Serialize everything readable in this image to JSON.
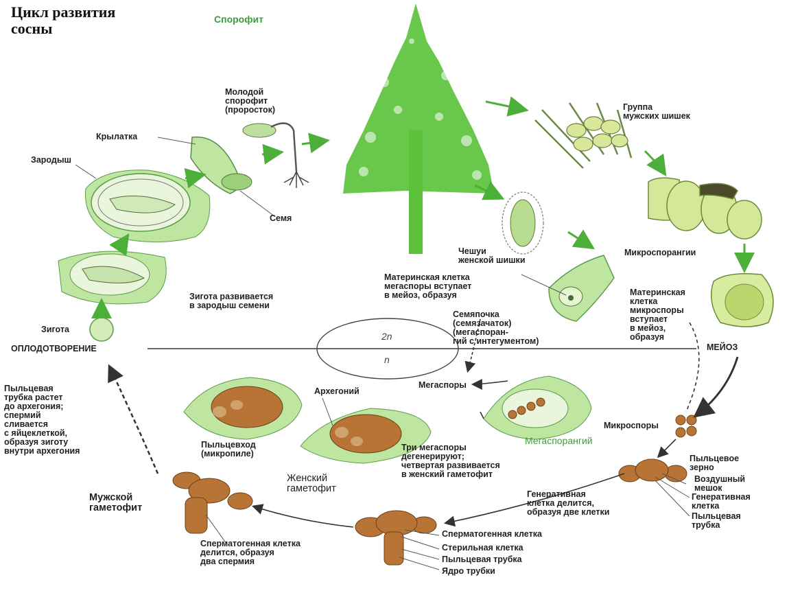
{
  "title": "Цикл развития\nсосны",
  "labels": {
    "sporophyte": "Спорофит",
    "young_sporophyte": "Молодой\nспорофит\n(проросток)",
    "male_cones_group": "Группа\nмужских шишек",
    "winged_seed": "Крылатка",
    "embryo": "Зародыш",
    "seed": "Семя",
    "female_cone_scales": "Чешуи\nженской шишки",
    "microsporangia": "Микроспорангии",
    "megaspore_mother_cell": "Материнская клетка\nмегаспоры вступает\nв мейоз, образуя",
    "microspore_mother_cell": "Материнская\nклетка\nмикроспоры\nвступает\nв мейоз,\nобразуя",
    "zygote_develops": "Зигота развивается\nв зародыш семени",
    "zygote": "Зигота",
    "ovule": "Семяпочка\n(семязачаток)\n(мегаспоран-\nгий с интегументом)",
    "fertilization": "ОПЛОДОТВОРЕНИЕ",
    "meiosis": "МЕЙОЗ",
    "ploidy_2n": "2n",
    "ploidy_n": "n",
    "pollen_tube_text": "Пыльцевая\nтрубка растет\nдо архегония;\nспермий\nсливается\nс яйцеклеткой,\nобразуя зиготу\nвнутри архегония",
    "archegonium": "Архегоний",
    "megaspores": "Мегаспоры",
    "micropyle": "Пыльцевход\n(микропиле)",
    "three_megaspores": "Три мегаспоры\nдегенерируют;\nчетвертая развивается\nв женский гаметофит",
    "megasporangium": "Мегаспорангий",
    "microspores": "Микроспоры",
    "female_gametophyte": "Женский\nгаметофит",
    "pollen_grain": "Пыльцевое\nзерно",
    "air_sac": "Воздушный\nмешок",
    "generative_cell": "Генеративная\nклетка",
    "pollen_tube": "Пыльцевая\nтрубка",
    "male_gametophyte": "Мужской\nгаметофит",
    "generative_divides": "Генеративная\nклетка делится,\nобразуя две клетки",
    "spermatogenous_divides": "Сперматогенная клетка\nделится, образуя\nдва спермия",
    "spermatogenous_cell": "Сперматогенная клетка",
    "sterile_cell": "Стерильная клетка",
    "pollen_tube_2": "Пыльцевая трубка",
    "tube_nucleus": "Ядро трубки"
  },
  "colors": {
    "plant_green": "#5cc23c",
    "pale_green": "#bfe6a0",
    "cell_fill": "#e9f6d8",
    "gametophyte_brown": "#b5772e",
    "label_green": "#3f9a3f",
    "arrow_green": "#4caf3a",
    "arrow_dark": "#333333"
  }
}
